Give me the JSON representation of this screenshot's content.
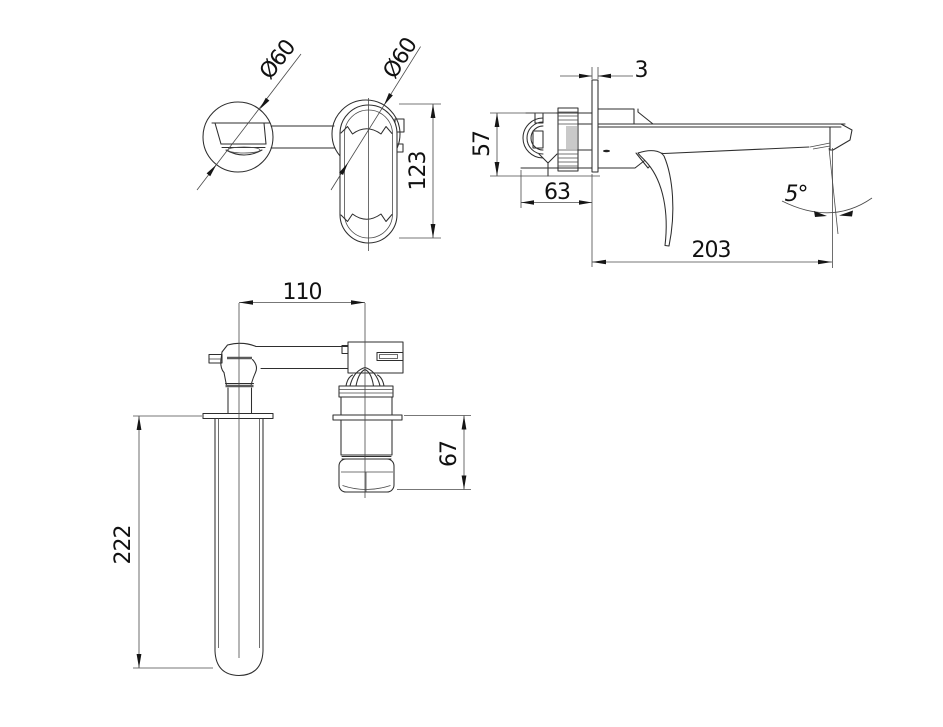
{
  "drawing": {
    "background": "#ffffff",
    "line_color": "#2e2e2e",
    "front_view": {
      "spout_escutcheon_diameter": "Ø60",
      "handle_escutcheon_diameter": "Ø60",
      "handle_overall_height": "123"
    },
    "side_view": {
      "wall_plate_thickness": "3",
      "valve_body_height": "57",
      "valve_body_depth": "63",
      "spout_reach": "203",
      "spout_tip_angle": "5°"
    },
    "top_view": {
      "hole_spacing": "110",
      "aerator_drop": "67",
      "spout_length": "222"
    }
  }
}
